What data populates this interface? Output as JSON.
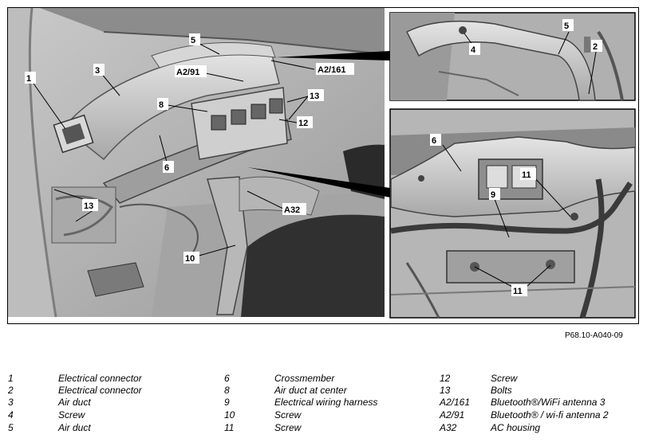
{
  "diagram": {
    "reference": "P68.10-A040-09",
    "callouts": {
      "n1": "1",
      "n3": "3",
      "n5a": "5",
      "a291": "A2/91",
      "a2161": "A2/161",
      "n8": "8",
      "n13a": "13",
      "n12": "12",
      "n6a": "6",
      "n13b": "13",
      "a32": "A32",
      "n10": "10",
      "n4": "4",
      "n5b": "5",
      "n2": "2",
      "n6b": "6",
      "n11a": "11",
      "n9": "9",
      "n11b": "11"
    }
  },
  "legend": {
    "columns": [
      [
        {
          "num": "1",
          "desc": "Electrical connector"
        },
        {
          "num": "2",
          "desc": "Electrical connector"
        },
        {
          "num": "3",
          "desc": "Air duct"
        },
        {
          "num": "4",
          "desc": "Screw"
        },
        {
          "num": "5",
          "desc": "Air duct"
        }
      ],
      [
        {
          "num": "6",
          "desc": "Crossmember"
        },
        {
          "num": "8",
          "desc": "Air duct at center"
        },
        {
          "num": "9",
          "desc": "Electrical wiring harness"
        },
        {
          "num": "10",
          "desc": "Screw"
        },
        {
          "num": "11",
          "desc": "Screw"
        }
      ],
      [
        {
          "num": "12",
          "desc": "Screw"
        },
        {
          "num": "13",
          "desc": "Bolts"
        },
        {
          "num": "A2/161",
          "desc": "Bluetooth®/WiFi antenna 3"
        },
        {
          "num": "A2/91",
          "desc": "Bluetooth® / wi-fi antenna 2"
        },
        {
          "num": "A32",
          "desc": "AC housing"
        }
      ]
    ]
  }
}
